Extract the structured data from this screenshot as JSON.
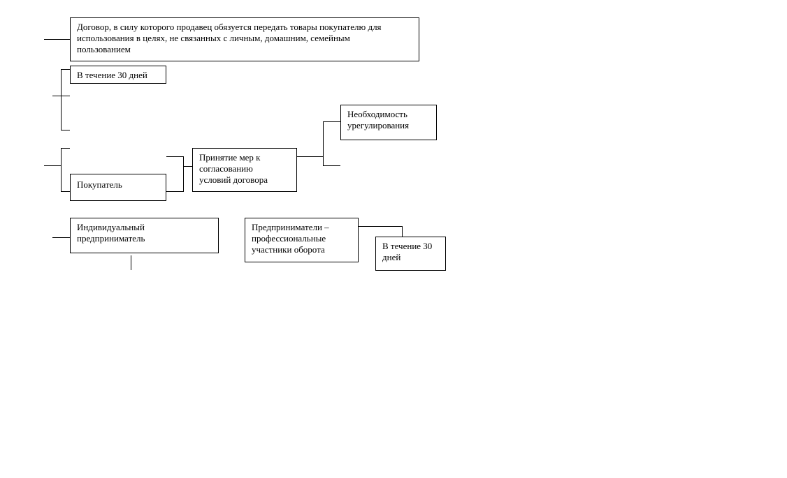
{
  "diagram": {
    "boxes": {
      "contract_definition": "Договор, в силу которого продавец обязуется передать товары покупателю для\nиспользования в целях, не связанных с личным, домашним, семейным\nпользованием",
      "within_30_days_top": "В течение 30 дней",
      "buyer": "Покупатель",
      "taking_measures": "Принятие мер к\nсогласованию\nусловий договора",
      "need_settlement": "Необходимость\nурегулирования",
      "individual_entrepreneur": "Индивидуальный\nпредприниматель",
      "entrepreneurs_professional": "Предприниматели –\nпрофессиональные\nучастники оборота",
      "within_30_days_bottom": "В течение 30\nдней"
    }
  }
}
